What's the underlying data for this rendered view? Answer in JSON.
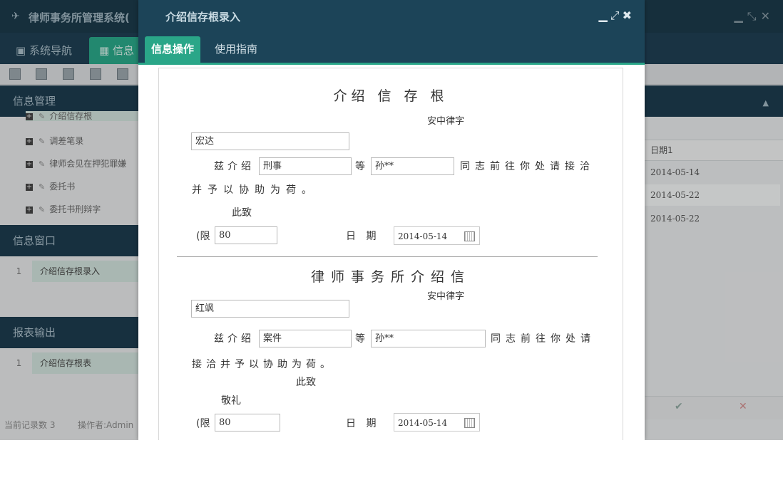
{
  "app": {
    "title": "律师事务所管理系统(",
    "logo_icon": "app-logo-icon",
    "nav_tabs": [
      {
        "label": "系统导航",
        "icon": "monitor-icon"
      },
      {
        "label": "信息",
        "icon": "grid-icon"
      }
    ]
  },
  "sidebar": {
    "info_mgmt_title": "信息管理",
    "tree_items": [
      "介绍信存根",
      "调差笔录",
      "律师会见在押犯罪嫌",
      "委托书",
      "委托书刑辩字"
    ],
    "window_title": "信息窗口",
    "window_items": [
      {
        "num": "1",
        "label": "介绍信存根录入"
      }
    ],
    "report_title": "报表输出",
    "report_items": [
      {
        "num": "1",
        "label": "介绍信存根表"
      }
    ],
    "status": {
      "record_count": "当前记录数 3",
      "operator": "操作者:Admin"
    }
  },
  "right_panel": {
    "column_header": "日期1",
    "dates": [
      "2014-05-14",
      "2014-05-22",
      "2014-05-22"
    ]
  },
  "dialog": {
    "title": "介绍信存根录入",
    "tabs": [
      {
        "label": "信息操作",
        "active": true
      },
      {
        "label": "使用指南",
        "active": false
      }
    ],
    "stub": {
      "heading": "介绍 信 存 根",
      "firm_label": "安中律字",
      "recipient": "宏达",
      "text_intro": "兹介绍",
      "case_type": "刑事",
      "text_deng": "等",
      "person": "孙**",
      "text_go": "同志前往你处请接洽",
      "text_assist": "并予以协助为荷。",
      "text_cizhi": "此致",
      "text_limit": "(限",
      "limit_value": "80",
      "date_label": "日 期",
      "date_value": "2014-05-14"
    },
    "letter": {
      "heading": "律师事务所介绍信",
      "firm_label": "安中律字",
      "recipient": "红飒",
      "text_intro": "兹介绍",
      "case_type": "案件",
      "text_deng": "等",
      "person": "孙**",
      "text_go": "同志前往你处请",
      "text_assist": "接洽并予以协助为荷。",
      "text_cizhi": "此致",
      "text_jingli": "敬礼",
      "text_limit": "(限",
      "limit_value": "80",
      "date_label": "日 期",
      "date_value": "2014-05-14"
    }
  }
}
